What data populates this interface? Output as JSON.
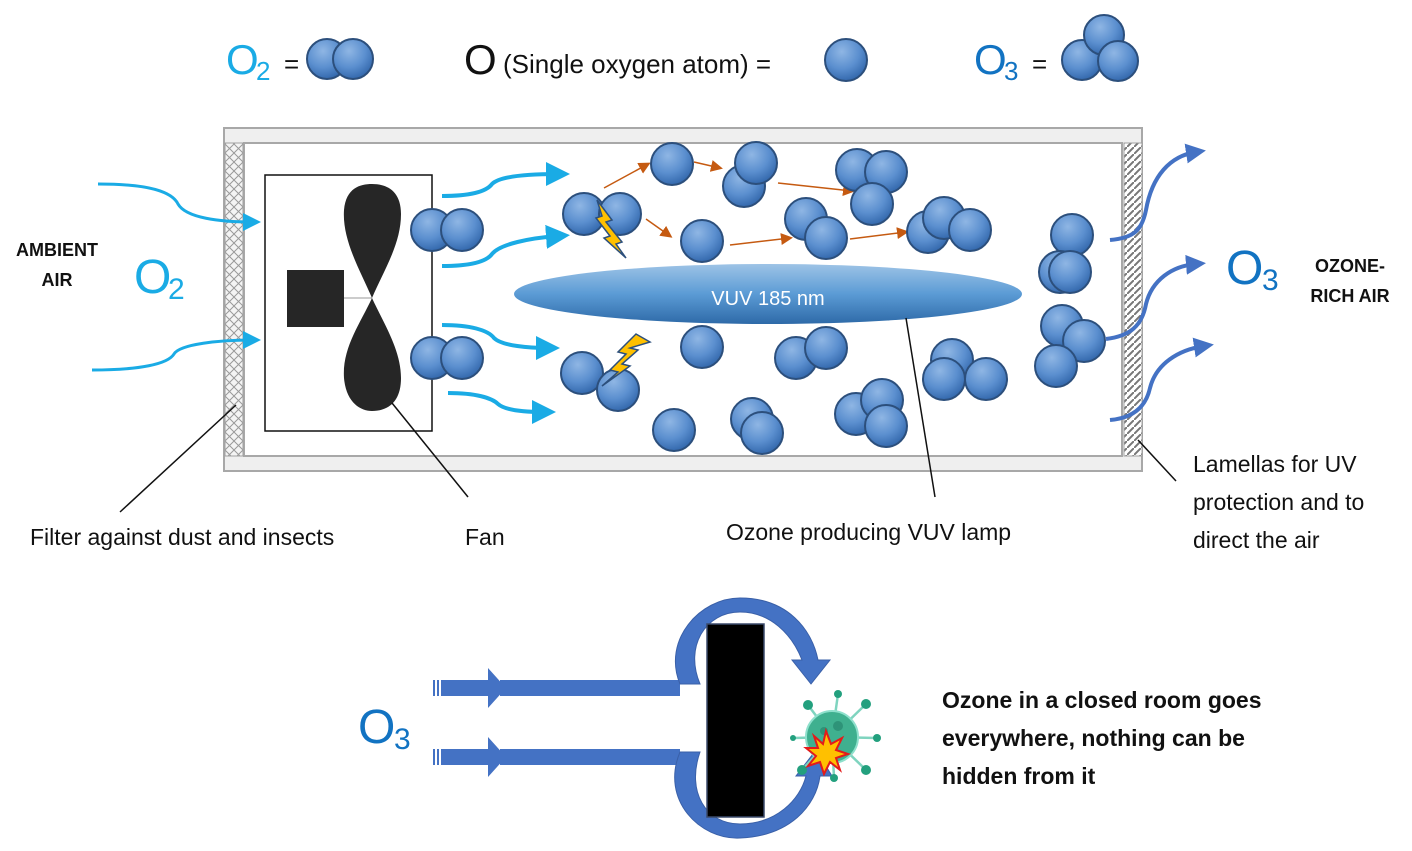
{
  "legend": {
    "o2_symbol": "O",
    "o2_sub": "2",
    "equals": "=",
    "o_symbol": "O",
    "o_desc": "(Single oxygen atom) =",
    "o3_symbol": "O",
    "o3_sub": "3"
  },
  "inlet": {
    "label_line1": "AMBIENT",
    "label_line2": "AIR",
    "gas_symbol": "O",
    "gas_sub": "2"
  },
  "outlet": {
    "gas_symbol": "O",
    "gas_sub": "3",
    "label_line1": "OZONE-",
    "label_line2": "RICH AIR"
  },
  "lamp": {
    "label": "VUV  185 nm"
  },
  "callouts": {
    "filter": "Filter against dust and insects",
    "fan": "Fan",
    "lamp": "Ozone producing VUV lamp",
    "lamellas_line1": "Lamellas for UV",
    "lamellas_line2": "protection and to",
    "lamellas_line3": "direct the air"
  },
  "bottom": {
    "gas_symbol": "O",
    "gas_sub": "3",
    "statement_line1": "Ozone in a closed room goes",
    "statement_line2": "everywhere, nothing can be",
    "statement_line3": "hidden from it"
  },
  "colors": {
    "o2_text": "#1aabe5",
    "o3_text": "#1273c2",
    "molecule_fill": "#4a86c8",
    "molecule_stroke": "#2c4f7c",
    "inflow_arrow": "#1aabe5",
    "outflow_arrow": "#4472c4",
    "reaction_arrow": "#c55a11",
    "lightning": "#ffc000",
    "virus": "#3aa88a"
  }
}
